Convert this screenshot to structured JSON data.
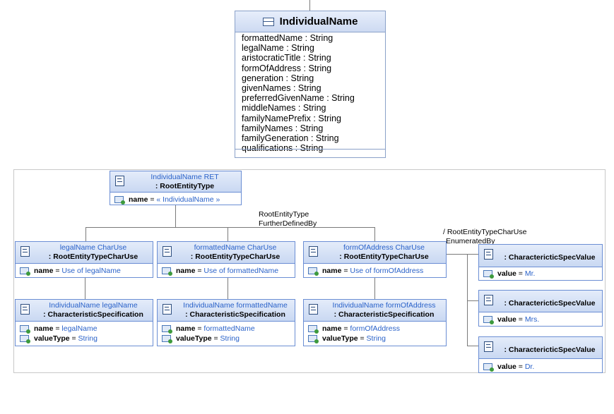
{
  "class_box": {
    "title": "IndividualName",
    "attributes": [
      "formattedName : String",
      "legalName : String",
      "aristocraticTitle : String",
      "formOfAddress : String",
      "generation : String",
      "givenNames : String",
      "preferredGivenName : String",
      "middleNames : String",
      "familyNamePrefix : String",
      "familyNames : String",
      "familyGeneration : String",
      "qualifications : String"
    ]
  },
  "root": {
    "name": "IndividualName RET",
    "type": ": RootEntityType",
    "slot_key": "name",
    "slot_value": "« IndividualName »"
  },
  "link_labels": {
    "further_defined_line1": "RootEntityType",
    "further_defined_line2": "FurtherDefinedBy",
    "enumerated_line1": "/ RootEntityTypeCharUse",
    "enumerated_line2": "EnumeratedBy"
  },
  "char_uses": [
    {
      "name": "legalName CharUse",
      "type": ": RootEntityTypeCharUse",
      "slot_key": "name",
      "slot_value": "Use of legalName"
    },
    {
      "name": "formattedName CharUse",
      "type": ": RootEntityTypeCharUse",
      "slot_key": "name",
      "slot_value": "Use of formattedName"
    },
    {
      "name": "formOfAddress CharUse",
      "type": ": RootEntityTypeCharUse",
      "slot_key": "name",
      "slot_value": "Use of formOfAddress"
    }
  ],
  "char_specs": [
    {
      "name": "IndividualName legalName",
      "type": ": CharacteristicSpecification",
      "name_key": "name",
      "name_value": "legalName",
      "vt_key": "valueType",
      "vt_value": "String"
    },
    {
      "name": "IndividualName formattedName",
      "type": ": CharacteristicSpecification",
      "name_key": "name",
      "name_value": "formattedName",
      "vt_key": "valueType",
      "vt_value": "String"
    },
    {
      "name": "IndividualName formOfAddress",
      "type": ": CharacteristicSpecification",
      "name_key": "name",
      "name_value": "formOfAddress",
      "vt_key": "valueType",
      "vt_value": "String"
    }
  ],
  "spec_values": [
    {
      "type": ": CharactericticSpecValue",
      "slot_key": "value",
      "slot_value": "Mr."
    },
    {
      "type": ": CharactericticSpecValue",
      "slot_key": "value",
      "slot_value": "Mrs."
    },
    {
      "type": ": CharactericticSpecValue",
      "slot_key": "value",
      "slot_value": "Dr."
    }
  ],
  "eq": " = "
}
